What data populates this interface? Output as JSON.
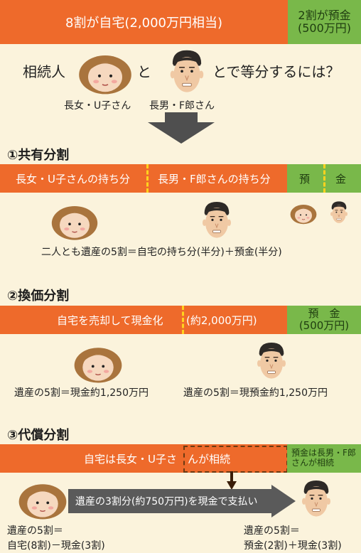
{
  "top": {
    "orange_label": "8割が自宅(2,000万円相当)",
    "green_line1": "2割が預金",
    "green_line2": "(500万円)"
  },
  "question": {
    "before": "相続人",
    "mid": "と",
    "after": "とで等分するには？"
  },
  "heirs": {
    "daughter": "長女・U子さん",
    "son": "長男・F郎さん"
  },
  "section1": {
    "title": "①共有分割",
    "bar_left": "長女・U子さんの持ち分",
    "bar_right": "長男・F郎さんの持ち分",
    "green_left": "預",
    "green_right": "金",
    "caption": "二人とも遺産の5割＝自宅の持ち分(半分)＋預金(半分)"
  },
  "section2": {
    "title": "②換価分割",
    "bar_left": "自宅を売却して現金化",
    "bar_right": "(約2,000万円)",
    "green_line1": "預　金",
    "green_line2": "(500万円)",
    "caption_left": "遺産の5割＝現金約1,250万円",
    "caption_right": "遺産の5割＝現預金約1,250万円"
  },
  "section3": {
    "title": "③代償分割",
    "bar_left": "自宅は長女・U子さ",
    "bar_right": "んが相続",
    "green_line1": "預金は長男・F郎",
    "green_line2": "さんが相続",
    "arrow_label": "遺産の3割分(約750万円)を現金で支払い",
    "left_line1": "遺産の5割＝",
    "left_line2": "自宅(8割)－現金(3割)",
    "right_line1": "遺産の5割＝",
    "right_line2": "預金(2割)＋現金(3割)"
  },
  "colors": {
    "orange": "#ee6a2b",
    "green": "#79b84a",
    "background": "#fbf3dc",
    "arrow": "#5a5a5a",
    "dash": "#ffd21e"
  }
}
